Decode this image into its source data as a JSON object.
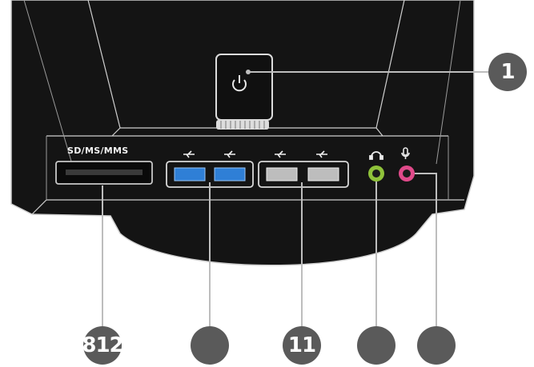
{
  "card_reader": {
    "label": "SD/MS/MMS"
  },
  "callouts": [
    {
      "id": "power",
      "label": "1"
    },
    {
      "id": "card-reader",
      "label": "812"
    },
    {
      "id": "usb3-ports",
      "label": ""
    },
    {
      "id": "usb2-ports",
      "label": "11"
    },
    {
      "id": "headphone-jack",
      "label": ""
    },
    {
      "id": "mic-jack",
      "label": ""
    }
  ],
  "icons": {
    "power": "power-icon",
    "usb": "usb-icon",
    "headphone": "headphone-icon",
    "microphone": "microphone-icon"
  },
  "colors": {
    "chassis": "#141414",
    "chassis_edge": "#d6d6d6",
    "callout": "#5a5a5a",
    "usb3_blue": "#2f7fd6",
    "headphone_green": "#8fc23a",
    "mic_pink": "#e04a8a"
  }
}
